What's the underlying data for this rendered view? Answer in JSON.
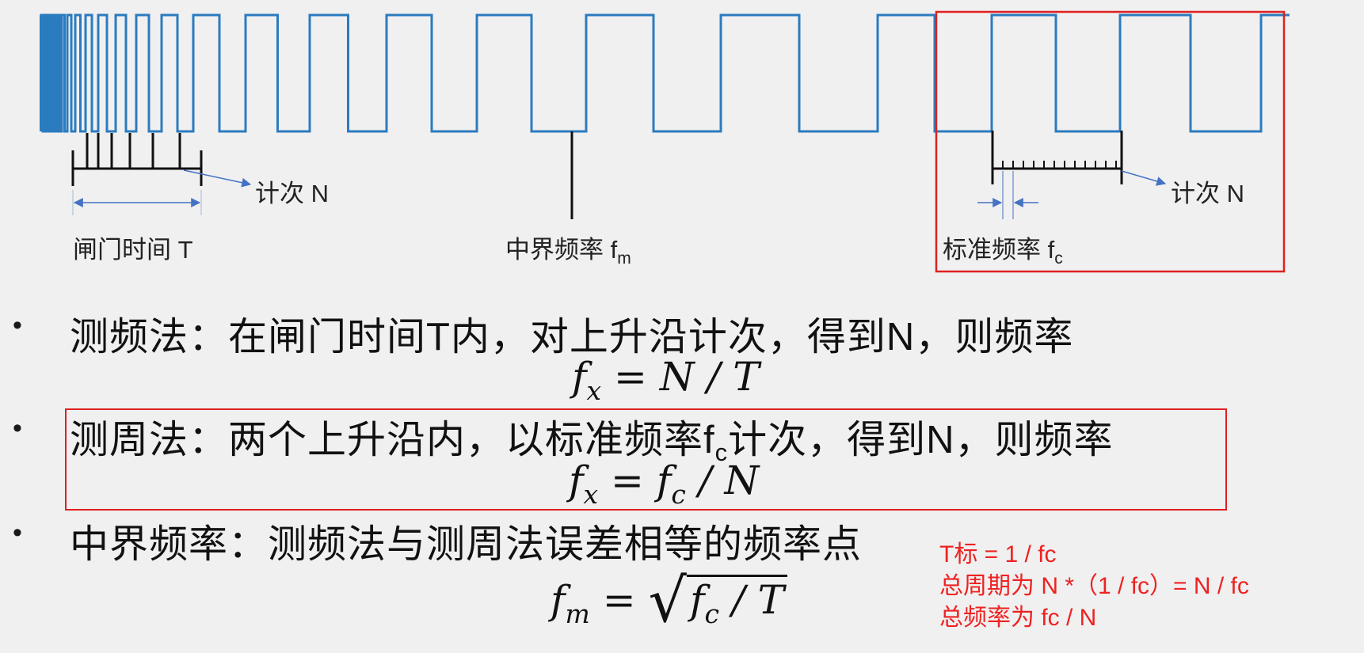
{
  "diagram": {
    "gate_count_label": "计次 N",
    "gate_time_label": "闸门时间 T",
    "mid_freq_label": "中界频率 f",
    "mid_freq_sub": "m",
    "std_count_label": "计次 N",
    "std_freq_label": "标准频率 f",
    "std_freq_sub": "c",
    "colors": {
      "signal": "#2b7bbf",
      "annotation_arrow": "#4472c4",
      "highlight_box": "#e02020"
    }
  },
  "bullets": {
    "freq_method": {
      "text": "测频法：在闸门时间T内，对上升沿计次，得到N，则频率",
      "formula_lhs": "f",
      "formula_lhs_sub": "x",
      "formula_rhs": " = N / T"
    },
    "period_method": {
      "text_before": "测周法：两个上升沿内，以标准频率f",
      "text_sub": "c",
      "text_after": "计次，得到N，则频率",
      "formula_lhs": "f",
      "formula_lhs_sub": "x",
      "formula_mid": " = f",
      "formula_mid_sub": "c",
      "formula_rhs": " / N"
    },
    "mid_freq": {
      "text": "中界频率：测频法与测周法误差相等的频率点",
      "formula_lhs": "f",
      "formula_lhs_sub": "m",
      "formula_eq": " = ",
      "radicand_f": "f",
      "radicand_sub": "c",
      "radicand_rest": " / T"
    }
  },
  "notes": {
    "line1": "T标 = 1 / fc",
    "line2": "总周期为 N *（1 / fc）= N / fc",
    "line3": "总频率为 fc / N"
  }
}
